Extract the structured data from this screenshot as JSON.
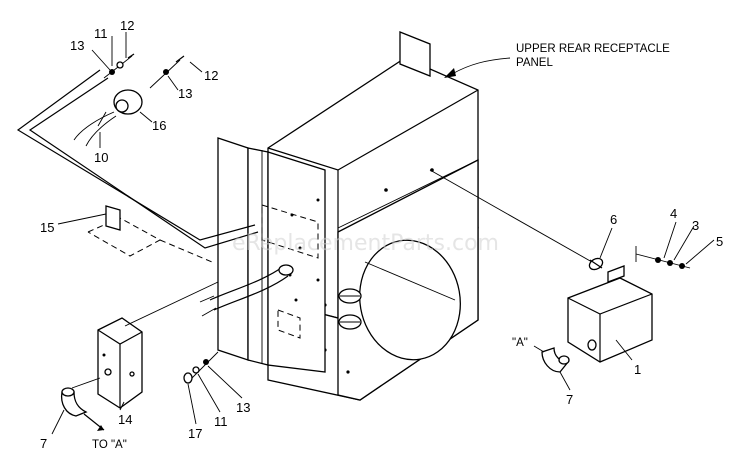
{
  "diagram": {
    "panel_label_line1": "UPPER REAR RECEPTACLE",
    "panel_label_line2": "PANEL",
    "watermark": "eReplacementParts.com",
    "callouts": {
      "c1": "1",
      "c3": "3",
      "c4": "4",
      "c5": "5",
      "c6": "6",
      "c7_left": "7",
      "c7_right": "7",
      "c10": "10",
      "c11_top": "11",
      "c11_bottom": "11",
      "c12_top": "12",
      "c12_right": "12",
      "c13_top": "13",
      "c13_mid": "13",
      "c13_bottom": "13",
      "c14": "14",
      "c15": "15",
      "c16": "16",
      "c17": "17"
    },
    "ref_a_right": "\"A\"",
    "ref_to_a": "TO \"A\""
  }
}
